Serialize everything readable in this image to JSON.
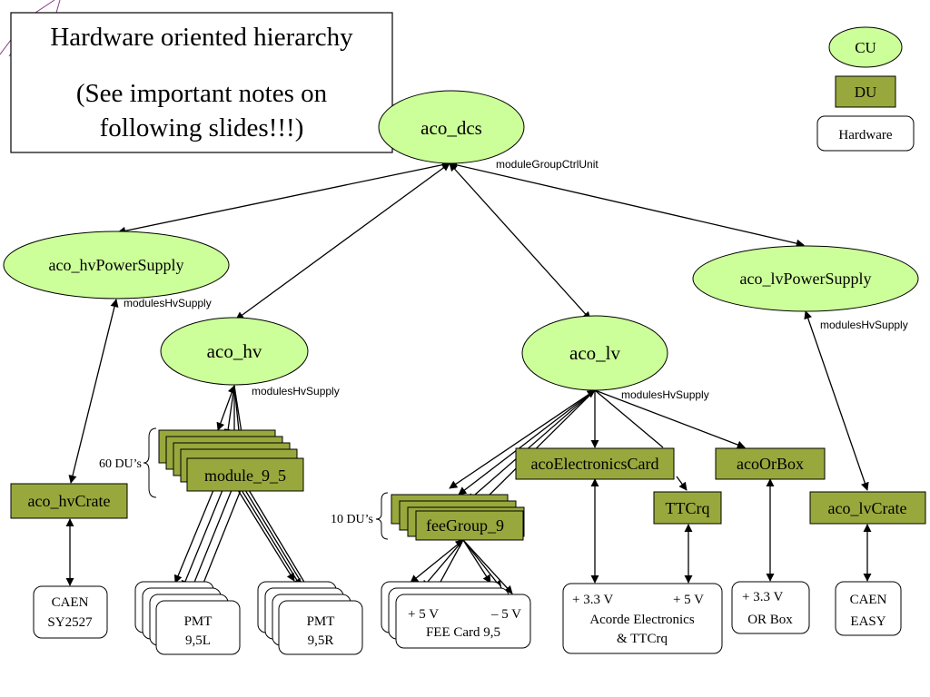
{
  "title_box": {
    "title": "Hardware oriented hierarchy",
    "note_line1": "(See important notes on",
    "note_line2": "following slides!!!)"
  },
  "legend": {
    "cu": "CU",
    "du": "DU",
    "hardware": "Hardware"
  },
  "colors": {
    "cu_fill": "#ccff99",
    "du_fill": "#99a83c",
    "line": "#000000"
  },
  "nodes": {
    "aco_dcs": "aco_dcs",
    "aco_hvPowerSupply": "aco_hvPowerSupply",
    "aco_hv": "aco_hv",
    "aco_lv": "aco_lv",
    "aco_lvPowerSupply": "aco_lvPowerSupply",
    "aco_hvCrate": "aco_hvCrate",
    "module_9_5": "module_9_5",
    "feeGroup_9": "feeGroup_9",
    "acoElectronicsCard": "acoElectronicsCard",
    "TTCrq": "TTCrq",
    "acoOrBox": "acoOrBox",
    "aco_lvCrate": "aco_lvCrate"
  },
  "edge_labels": {
    "dcs": "moduleGroupCtrlUnit",
    "hvps": "modulesHvSupply",
    "hv": "modulesHvSupply",
    "lv": "modulesHvSupply",
    "lvps": "modulesHvSupply"
  },
  "braces": {
    "du60": "60 DU’s",
    "du10": "10 DU’s"
  },
  "hardware": {
    "caen_sy_l1": "CAEN",
    "caen_sy_l2": "SY2527",
    "pmt_l_l1": "PMT",
    "pmt_l_l2": "9,5L",
    "pmt_r_l1": "PMT",
    "pmt_r_l2": "9,5R",
    "fee_plus": "+ 5 V",
    "fee_minus": "– 5 V",
    "fee_name": "FEE Card 9,5",
    "ae_v1": "+ 3.3 V",
    "ae_v2": "+ 5 V",
    "ae_l2": "Acorde Electronics",
    "ae_l3": "& TTCrq",
    "orbox_v": "+ 3.3 V",
    "orbox_name": "OR Box",
    "caen_easy_l1": "CAEN",
    "caen_easy_l2": "EASY"
  }
}
